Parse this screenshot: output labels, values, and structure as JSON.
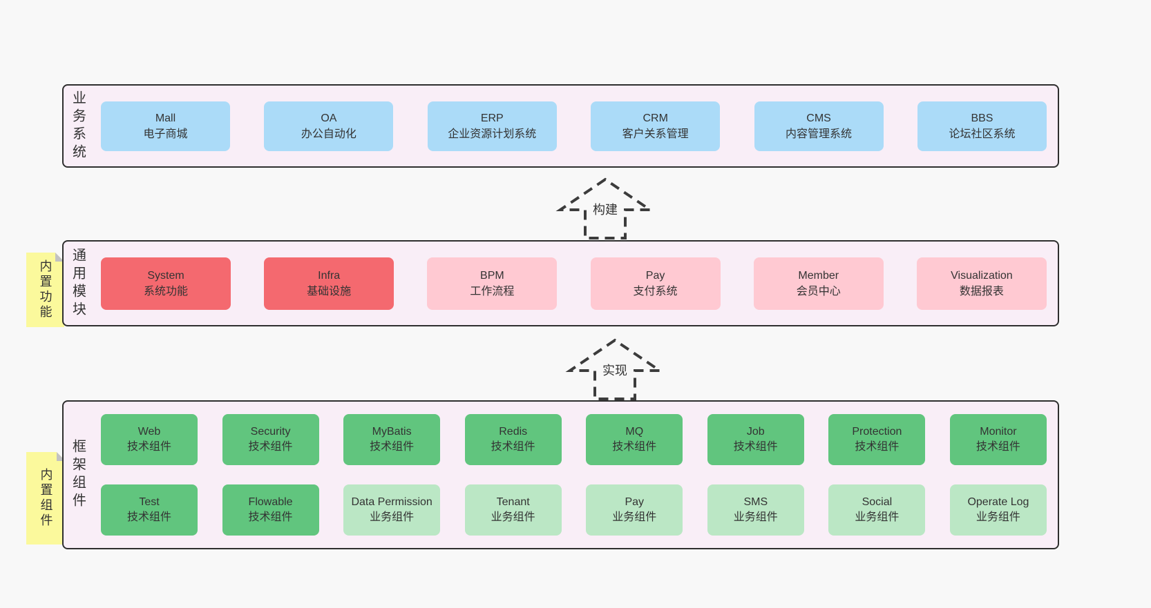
{
  "colors": {
    "page_bg": "#f8f8f8",
    "container_bg": "#f9eef7",
    "container_border": "#2e2e2e",
    "blue": "#abdbf8",
    "red": "#f4696f",
    "pink": "#ffc9d2",
    "green_dark": "#61c57e",
    "green_light": "#bbe7c5",
    "yellow": "#fbf99c",
    "fold_gray": "#c2c2c2",
    "text": "#333333",
    "arrow": "#3c3c3c"
  },
  "business": {
    "label": "业务系统",
    "boxes": [
      {
        "name": "Mall",
        "desc": "电子商城"
      },
      {
        "name": "OA",
        "desc": "办公自动化"
      },
      {
        "name": "ERP",
        "desc": "企业资源计划系统"
      },
      {
        "name": "CRM",
        "desc": "客户关系管理"
      },
      {
        "name": "CMS",
        "desc": "内容管理系统"
      },
      {
        "name": "BBS",
        "desc": "论坛社区系统"
      }
    ]
  },
  "arrows": {
    "build": "构建",
    "implement": "实现"
  },
  "modules": {
    "label": "通用模块",
    "note": "内置功能",
    "boxes": [
      {
        "name": "System",
        "desc": "系统功能"
      },
      {
        "name": "Infra",
        "desc": "基础设施"
      },
      {
        "name": "BPM",
        "desc": "工作流程"
      },
      {
        "name": "Pay",
        "desc": "支付系统"
      },
      {
        "name": "Member",
        "desc": "会员中心"
      },
      {
        "name": "Visualization",
        "desc": "数据报表"
      }
    ]
  },
  "framework": {
    "label": "框架组件",
    "note": "内置组件",
    "boxes": [
      {
        "name": "Web",
        "desc": "技术组件"
      },
      {
        "name": "Security",
        "desc": "技术组件"
      },
      {
        "name": "MyBatis",
        "desc": "技术组件"
      },
      {
        "name": "Redis",
        "desc": "技术组件"
      },
      {
        "name": "MQ",
        "desc": "技术组件"
      },
      {
        "name": "Job",
        "desc": "技术组件"
      },
      {
        "name": "Protection",
        "desc": "技术组件"
      },
      {
        "name": "Monitor",
        "desc": "技术组件"
      },
      {
        "name": "Test",
        "desc": "技术组件"
      },
      {
        "name": "Flowable",
        "desc": "技术组件"
      },
      {
        "name": "Data Permission",
        "desc": "业务组件"
      },
      {
        "name": "Tenant",
        "desc": "业务组件"
      },
      {
        "name": "Pay",
        "desc": "业务组件"
      },
      {
        "name": "SMS",
        "desc": "业务组件"
      },
      {
        "name": "Social",
        "desc": "业务组件"
      },
      {
        "name": "Operate Log",
        "desc": "业务组件"
      }
    ]
  }
}
